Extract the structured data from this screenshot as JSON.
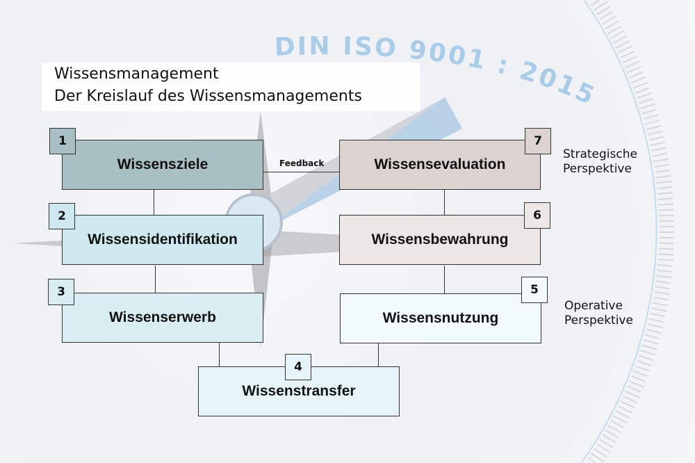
{
  "background": {
    "ring_text": "DIN ISO 9001 : 2015"
  },
  "title": {
    "line1": "Wissensmanagement",
    "line2": "Der Kreislauf des Wissensmanagements"
  },
  "boxes": [
    {
      "num": "1",
      "label": "Wissensziele",
      "color": "#a8bfc4"
    },
    {
      "num": "2",
      "label": "Wissensidentifikation",
      "color": "#cde8ee"
    },
    {
      "num": "3",
      "label": "Wissenserwerb",
      "color": "#d9eef2"
    },
    {
      "num": "4",
      "label": "Wissenstransfer",
      "color": "#e7f4f7"
    },
    {
      "num": "5",
      "label": "Wissensnutzung",
      "color": "#f3fafb"
    },
    {
      "num": "6",
      "label": "Wissensbewahrung",
      "color": "#ece7e5"
    },
    {
      "num": "7",
      "label": "Wissensevaluation",
      "color": "#dcd3d0"
    }
  ],
  "feedback": "Feedback",
  "strategic": {
    "line1": "Strategische",
    "line2": "Perspektive"
  },
  "operative": {
    "line1": "Operative",
    "line2": "Perspektive"
  }
}
